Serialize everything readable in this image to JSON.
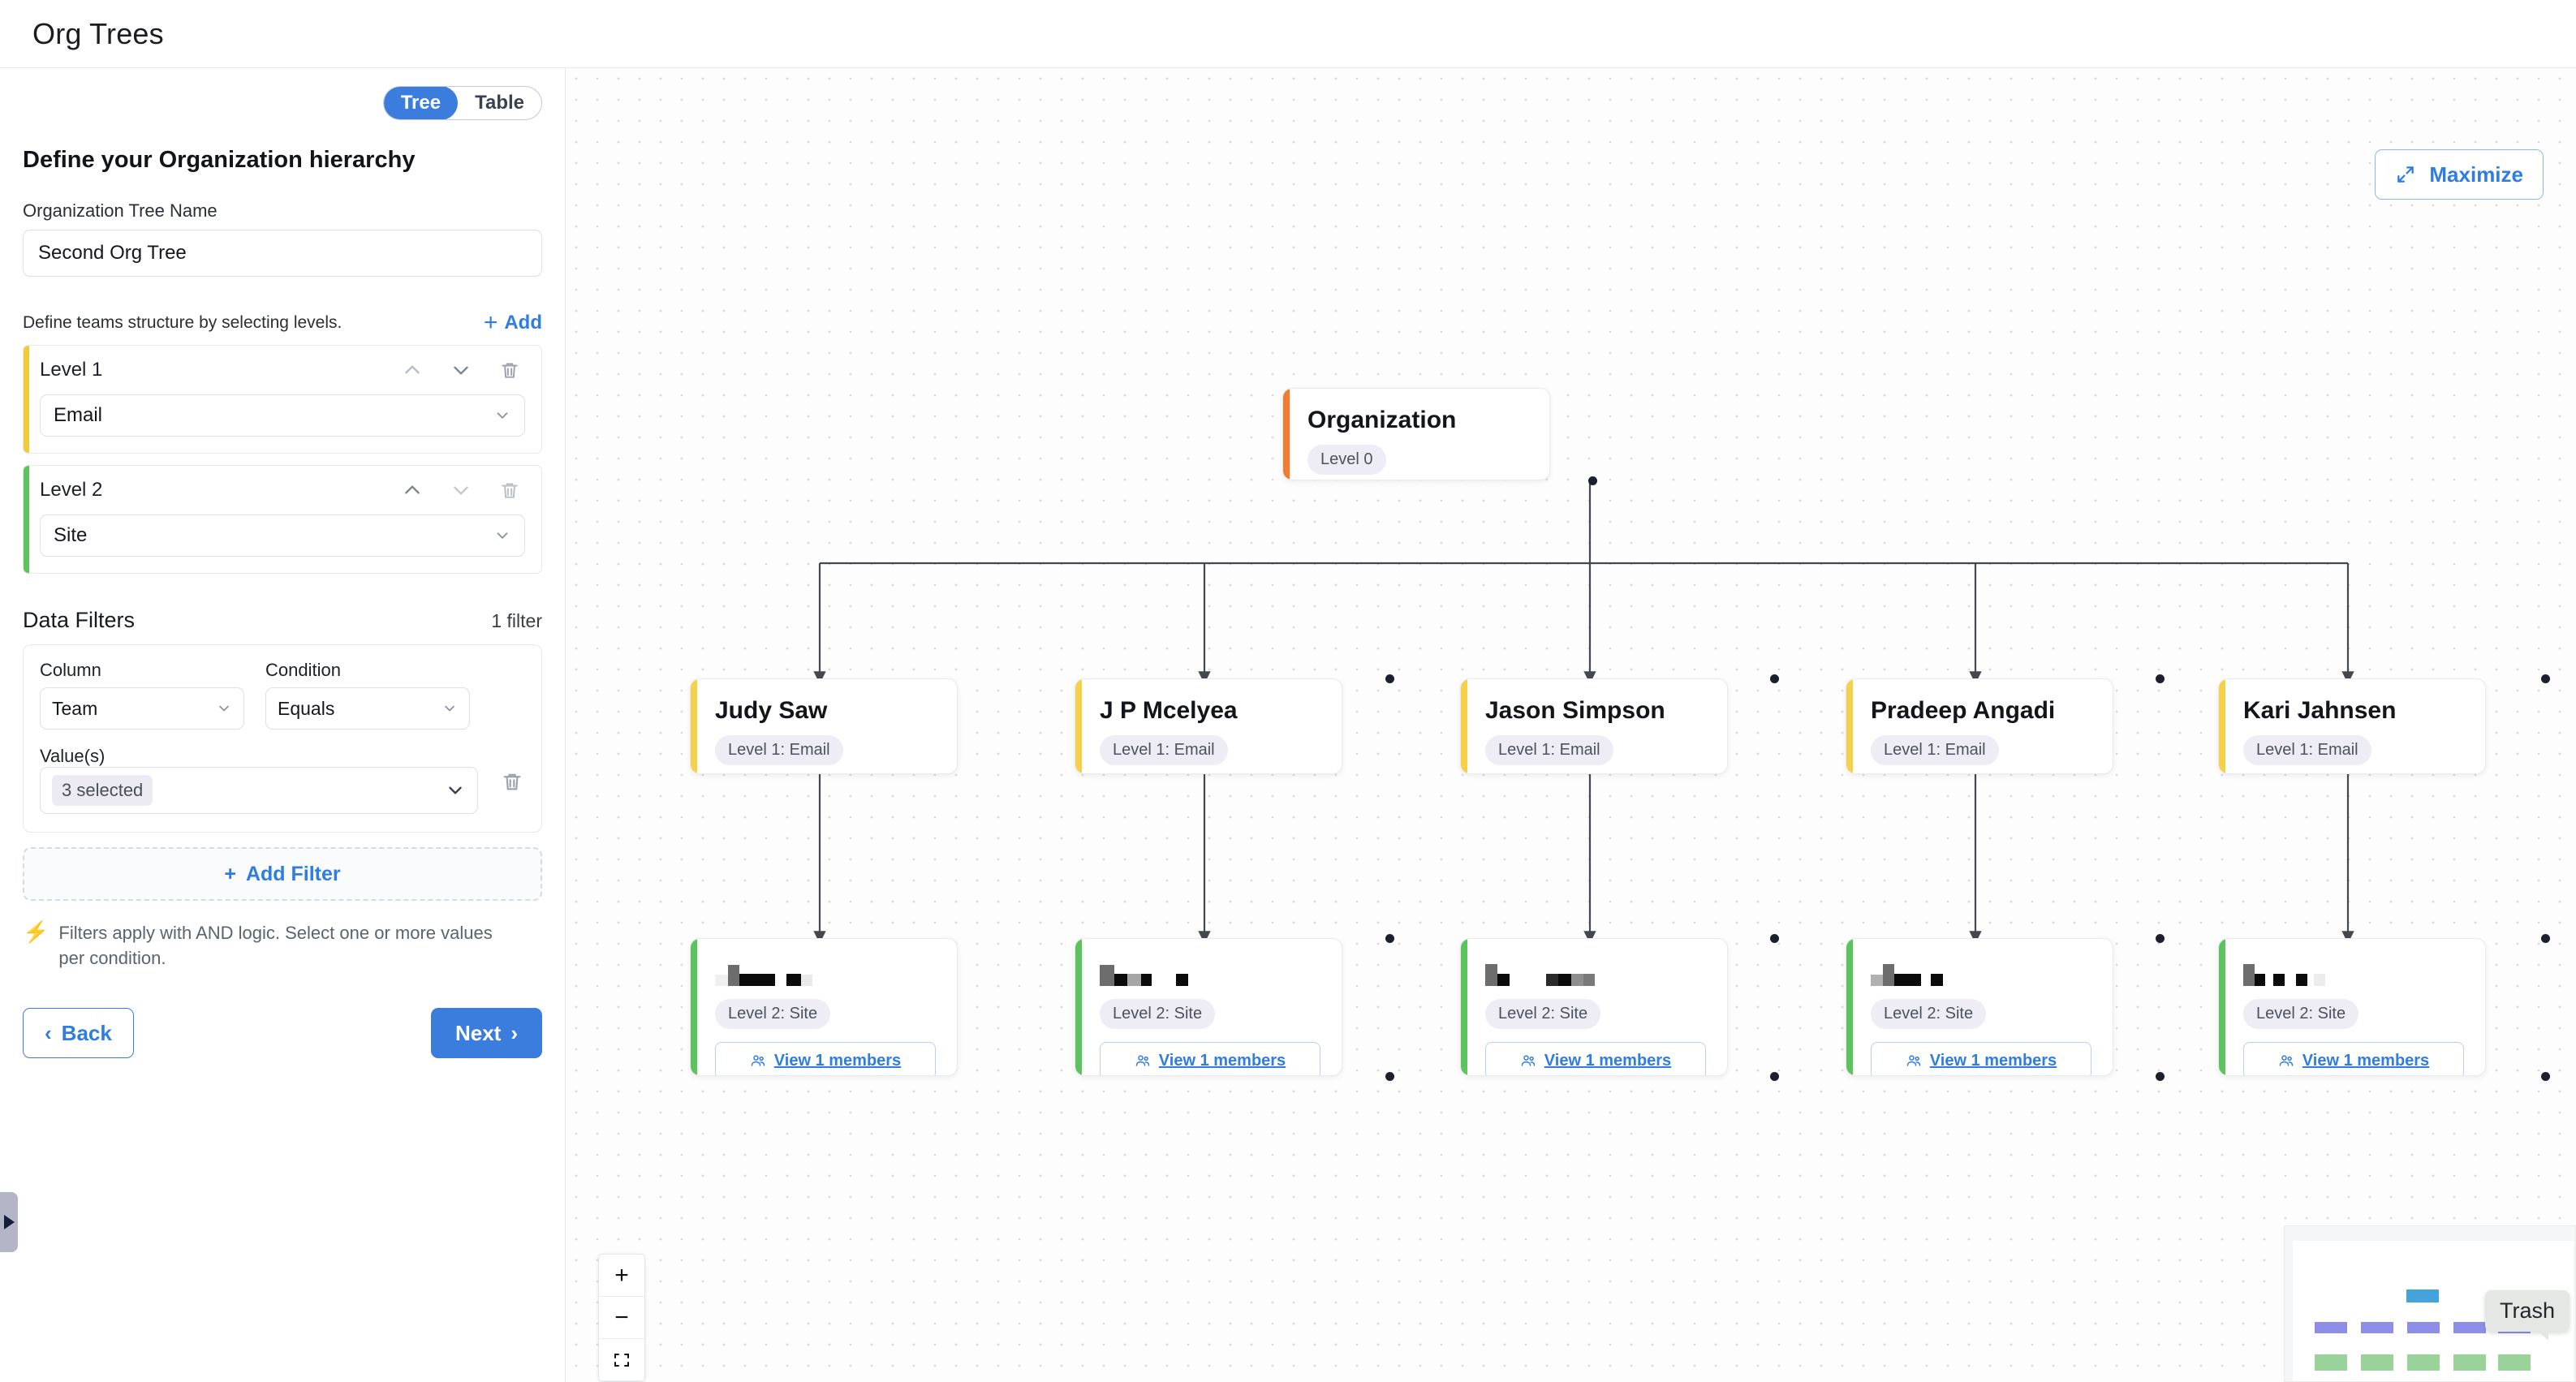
{
  "header": {
    "title": "Org Trees"
  },
  "sidebar": {
    "view_toggle": {
      "options": [
        "Tree",
        "Table"
      ],
      "selected": "Tree"
    },
    "section_title": "Define your Organization hierarchy",
    "tree_name": {
      "label": "Organization Tree Name",
      "value": "Second Org Tree"
    },
    "levels_hint": "Define teams structure by selecting levels.",
    "add_label": "Add",
    "levels": [
      {
        "name": "Level 1",
        "value": "Email",
        "accent": "#f4c938"
      },
      {
        "name": "Level 2",
        "value": "Site",
        "accent": "#5cc45f"
      }
    ],
    "filters": {
      "title": "Data Filters",
      "count_label": "1 filter",
      "column_label": "Column",
      "column_value": "Team",
      "condition_label": "Condition",
      "condition_value": "Equals",
      "values_label": "Value(s)",
      "values_chip": "3 selected",
      "add_filter_label": "Add Filter",
      "note": "Filters apply with AND logic. Select one or more values per condition."
    },
    "nav": {
      "back": "Back",
      "next": "Next"
    }
  },
  "canvas": {
    "maximize_label": "Maximize",
    "zoom_in_label": "+",
    "zoom_out_label": "−",
    "trash_tooltip": "Trash",
    "nodes": {
      "root": {
        "title": "Organization",
        "badge": "Level 0"
      },
      "level1": [
        {
          "title": "Judy Saw",
          "badge": "Level 1: Email"
        },
        {
          "title": "J P Mcelyea",
          "badge": "Level 1: Email"
        },
        {
          "title": "Jason Simpson",
          "badge": "Level 1: Email"
        },
        {
          "title": "Pradeep Angadi",
          "badge": "Level 1: Email"
        },
        {
          "title": "Kari Jahnsen",
          "badge": "Level 1: Email"
        }
      ],
      "level2": [
        {
          "title_redacted": true,
          "badge": "Level 2: Site",
          "members_label": "View 1 members"
        },
        {
          "title_redacted": true,
          "badge": "Level 2: Site",
          "members_label": "View 1 members"
        },
        {
          "title_redacted": true,
          "badge": "Level 2: Site",
          "members_label": "View 1 members"
        },
        {
          "title_redacted": true,
          "badge": "Level 2: Site",
          "members_label": "View 1 members"
        },
        {
          "title_redacted": true,
          "badge": "Level 2: Site",
          "members_label": "View 1 members"
        }
      ]
    },
    "minimap": {
      "root_color": "#45a3dc",
      "level1_color": "#8e8ee8",
      "level2_color": "#9ad39a"
    }
  },
  "colors": {
    "accent_blue": "#3b7ddd",
    "level0": "#f47b2b",
    "level1": "#f7d04a",
    "level2": "#5cc45f"
  }
}
